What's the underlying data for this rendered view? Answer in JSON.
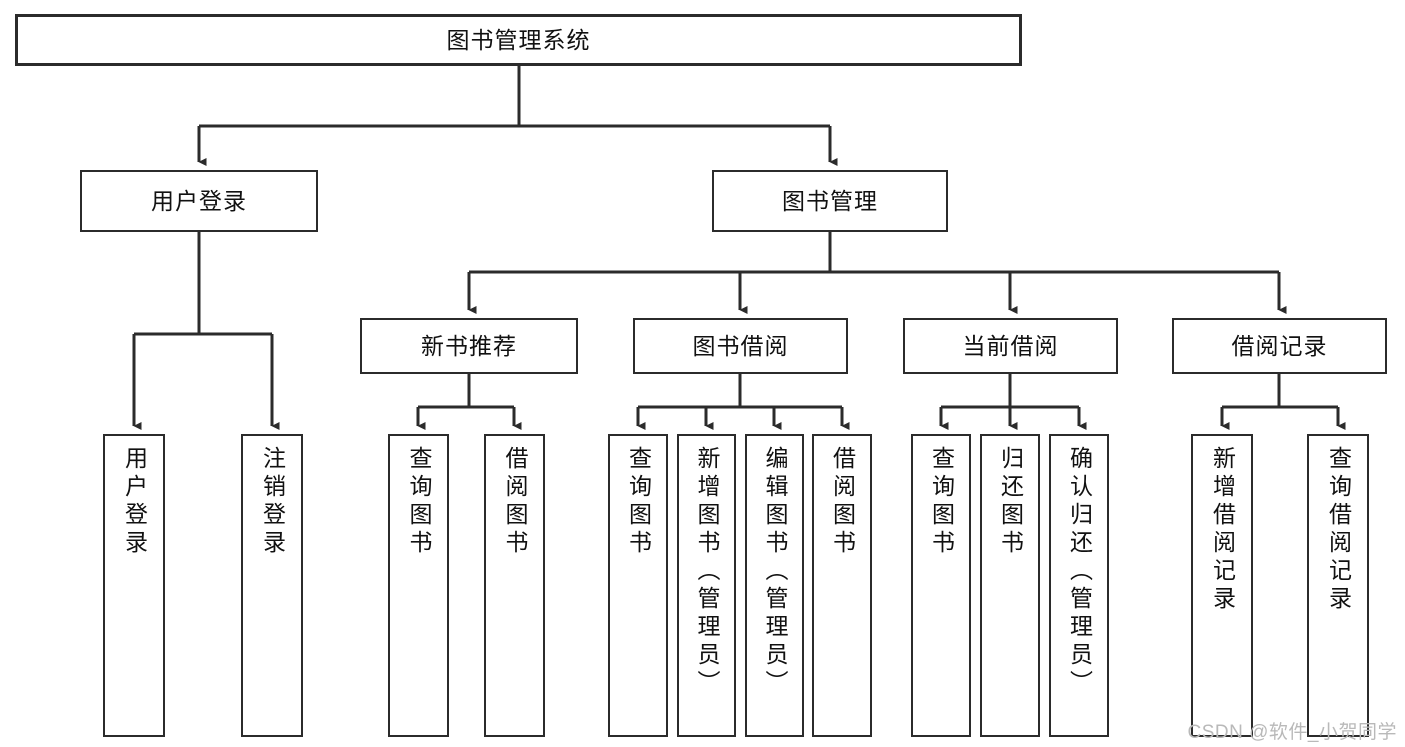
{
  "diagram": {
    "title": "图书管理系统",
    "type": "hierarchy-tree",
    "levels": 4,
    "colors": {
      "stroke": "#2b2b2b",
      "fill": "#ffffff",
      "text": "#111111",
      "watermark": "#b9b9b9"
    },
    "root": {
      "label": "图书管理系统"
    },
    "level1": [
      {
        "label": "用户登录"
      },
      {
        "label": "图书管理"
      }
    ],
    "level2": [
      {
        "label": "新书推荐"
      },
      {
        "label": "图书借阅"
      },
      {
        "label": "当前借阅"
      },
      {
        "label": "借阅记录"
      }
    ],
    "leaves": {
      "user_login": [
        {
          "label": "用户登录"
        },
        {
          "label": "注销登录"
        }
      ],
      "new_book_recommend": [
        {
          "label": "查询图书"
        },
        {
          "label": "借阅图书"
        }
      ],
      "book_borrow": [
        {
          "label": "查询图书"
        },
        {
          "label": "新增图书（管理员）"
        },
        {
          "label": "编辑图书（管理员）"
        },
        {
          "label": "借阅图书"
        }
      ],
      "current_borrow": [
        {
          "label": "查询图书"
        },
        {
          "label": "归还图书"
        },
        {
          "label": "确认归还（管理员）"
        }
      ],
      "borrow_record": [
        {
          "label": "新增借阅记录"
        },
        {
          "label": "查询借阅记录"
        }
      ]
    }
  },
  "watermark": {
    "text": "CSDN @软件_小贺同学"
  }
}
